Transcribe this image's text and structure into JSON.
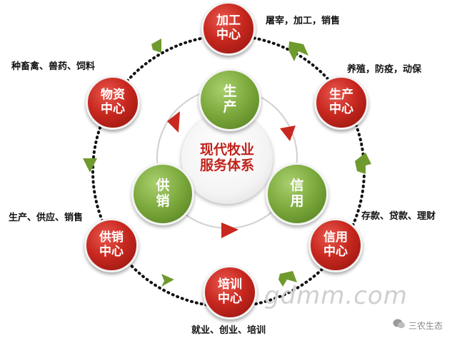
{
  "center": {
    "line1": "现代牧业",
    "line2": "服务体系"
  },
  "inner_nodes": {
    "production": {
      "line1": "生",
      "line2": "产"
    },
    "supply": {
      "line1": "供",
      "line2": "销"
    },
    "credit": {
      "line1": "信",
      "line2": "用"
    }
  },
  "outer_nodes": {
    "processing": {
      "line1": "加工",
      "line2": "中心",
      "caption": "屠宰，加工，销售"
    },
    "production": {
      "line1": "生产",
      "line2": "中心",
      "caption": "养殖，防疫，动保"
    },
    "credit": {
      "line1": "信用",
      "line2": "中心",
      "caption": "存款、贷款、理财"
    },
    "training": {
      "line1": "培训",
      "line2": "中心",
      "caption": "就业、创业、培训"
    },
    "supply": {
      "line1": "供销",
      "line2": "中心",
      "caption": "生产、供应、销售"
    },
    "materials": {
      "line1": "物资",
      "line2": "中心",
      "caption": "种畜禽、兽药、饲料"
    }
  },
  "watermark": "gdmm.com",
  "brand": "三农生态",
  "colors": {
    "red": "#c8281f",
    "green": "#7aa83b",
    "arrow_green": "#6f9a2e",
    "arrow_red": "#c8281f",
    "dots": "#111111"
  }
}
